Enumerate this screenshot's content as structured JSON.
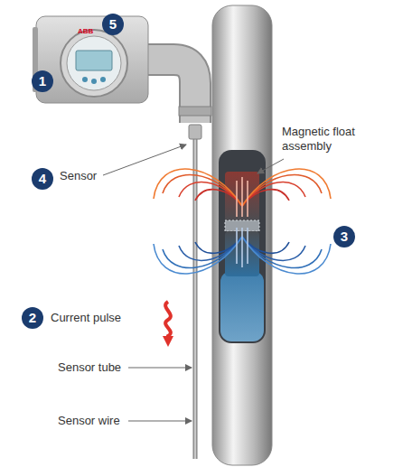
{
  "diagram": {
    "labels": [
      "5",
      "1",
      "Magnetic float assembly",
      "4",
      "Sensor",
      "3",
      "2",
      "Current pulse",
      "Sensor tube",
      "Sensor wire",
      "ABB"
    ]
  }
}
